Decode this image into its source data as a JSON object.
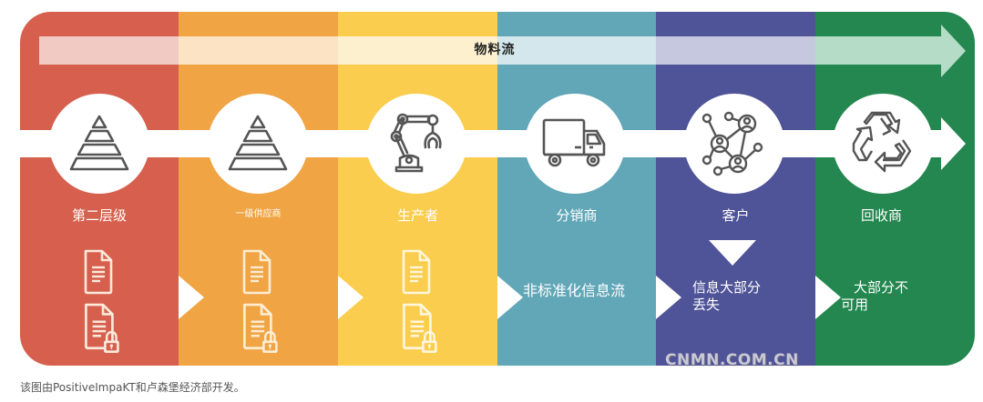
{
  "colors": {
    "tier2": "#d6604d",
    "tier1_supplier": "#f0a443",
    "producer": "#fbcd4e",
    "distributor": "#61a7b8",
    "customer": "#4f5397",
    "recycler": "#23874f",
    "icon_stroke": "#555555",
    "doc_stroke": "#fbe9dc"
  },
  "material_flow": {
    "label": "物料流",
    "icon": "arrow-right-icon"
  },
  "stages": [
    {
      "label": "第二层级",
      "icon": "pyramid-icon",
      "docs": [
        "document-icon",
        "locked-document-icon"
      ]
    },
    {
      "label": "一级供应商",
      "icon": "pyramid-icon",
      "docs": [
        "document-icon",
        "locked-document-icon"
      ]
    },
    {
      "label": "生产者",
      "icon": "robot-arm-icon",
      "docs": [
        "document-icon",
        "locked-document-icon"
      ]
    },
    {
      "label": "分销商",
      "icon": "truck-icon",
      "info": "非标准化信息流"
    },
    {
      "label": "客户",
      "icon": "network-people-icon",
      "info_line1": "信息大部分",
      "info_line2": "丢失"
    },
    {
      "label": "回收商",
      "icon": "recycle-icon",
      "info_line1": "大部分不",
      "info_line2": "可用"
    }
  ],
  "caption": "该图由PositiveImpaKT和卢森堡经济部开发。",
  "watermark": "CNMN.COM.CN"
}
